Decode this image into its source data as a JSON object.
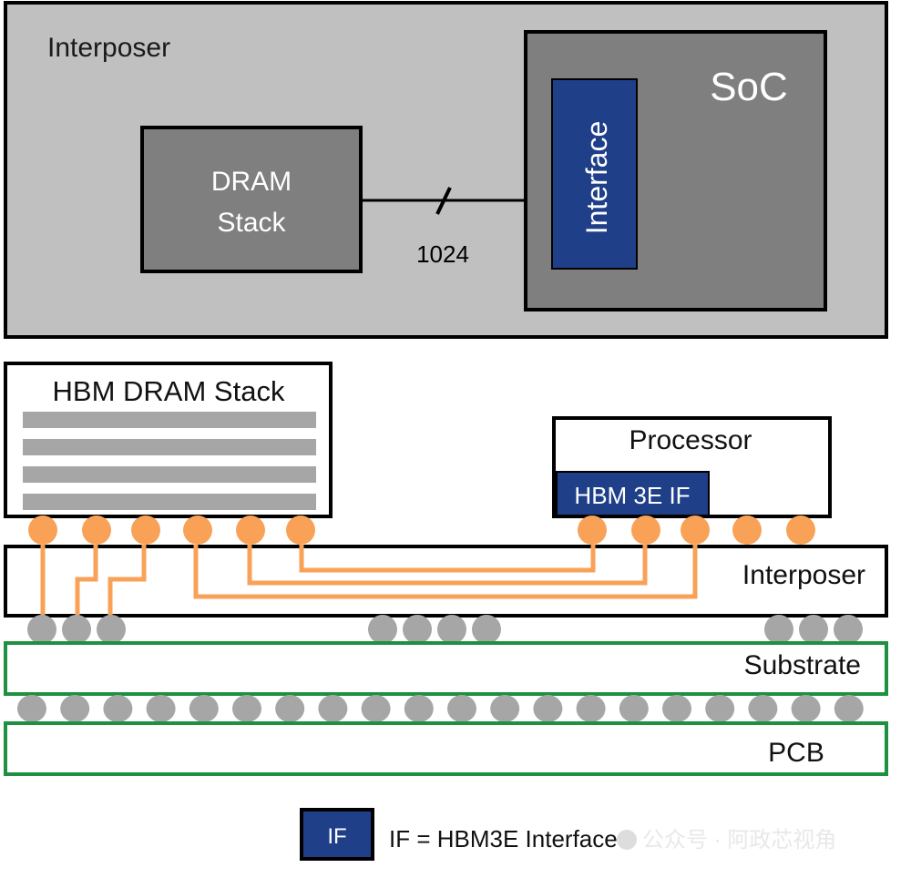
{
  "top_view": {
    "interposer_label": "Interposer",
    "dram_stack_label_line1": "DRAM",
    "dram_stack_label_line2": "Stack",
    "soc_label": "SoC",
    "interface_label": "Interface",
    "bus_width_label": "1024"
  },
  "cross_section": {
    "hbm_stack_label": "HBM DRAM Stack",
    "hbm_die_count": 4,
    "processor_label": "Processor",
    "hbm_if_label": "HBM 3E IF",
    "interposer_label": "Interposer",
    "substrate_label": "Substrate",
    "pcb_label": "PCB",
    "hbm_microbump_count": 6,
    "processor_microbump_count": 5,
    "interposer_bump_groups": [
      3,
      4,
      3
    ],
    "substrate_ball_count": 20
  },
  "legend": {
    "swatch_label": "IF",
    "description": "IF = HBM3E Interface"
  },
  "watermark": "公众号 · 阿政芯视角",
  "colors": {
    "interposer_fill": "#c0c0c0",
    "die_fill": "#7f7f7f",
    "interface_blue": "#1f3f88",
    "bump_orange": "#f9a257",
    "ball_gray": "#a6a6a6",
    "die_layer_gray": "#a6a6a6",
    "substrate_green": "#1e9140"
  }
}
